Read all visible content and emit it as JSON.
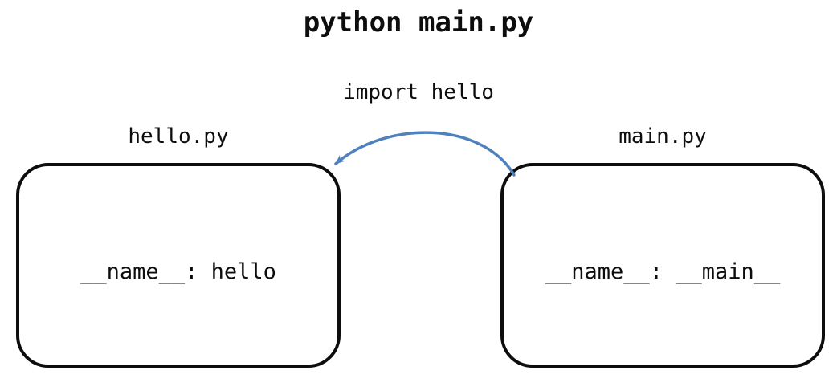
{
  "title": "python main.py",
  "arrow": {
    "label": "import hello",
    "color": "#4f81bd",
    "from": "main.py",
    "to": "hello.py"
  },
  "modules": [
    {
      "filename": "hello.py",
      "content": "__name__: hello"
    },
    {
      "filename": "main.py",
      "content": "__name__: __main__"
    }
  ],
  "colors": {
    "box_border": "#0d0d0d",
    "text": "#0d0d0d",
    "background": "#ffffff"
  }
}
